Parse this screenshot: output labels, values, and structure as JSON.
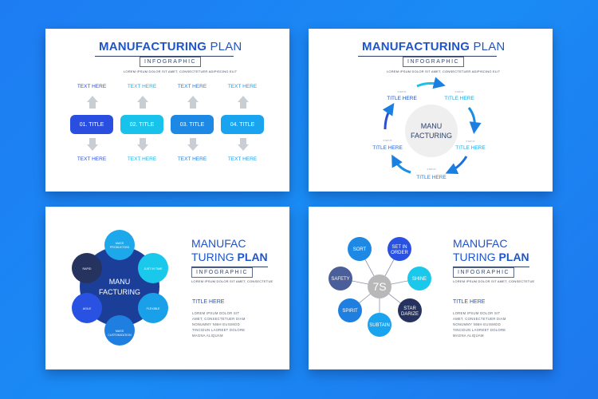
{
  "slide1": {
    "title_bold": "MANUFACTURING",
    "title_rest": " PLAN",
    "subtitle": "INFOGRAPHIC",
    "lorem": "LOREM IPSUM DOLOR SIT AMET, CONSECTETUER ADIPISCING ELIT",
    "columns": [
      {
        "pill": "01. TITLE",
        "top": "TEXT HERE",
        "bottom": "TEXT HERE",
        "color": "#2a4fe0",
        "text_color": "#2a4fe0"
      },
      {
        "pill": "02. TITLE",
        "top": "TEXT HERE",
        "bottom": "TEXT HERE",
        "color": "#19c2ea",
        "text_color": "#19b4e6"
      },
      {
        "pill": "03. TITLE",
        "top": "TEXT HERE",
        "bottom": "TEXT HERE",
        "color": "#1e88e5",
        "text_color": "#1e7fe0"
      },
      {
        "pill": "04. TITLE",
        "top": "TEXT HERE",
        "bottom": "TEXT HERE",
        "color": "#1aa3ef",
        "text_color": "#1aa0ea"
      }
    ]
  },
  "slide2": {
    "title_bold": "MANUFACTURING",
    "title_rest": " PLAN",
    "subtitle": "INFOGRAPHIC",
    "lorem": "LOREM IPSUM DOLOR SIT AMET, CONSECTETUER ADIPISCING ELIT",
    "center_line1": "MANU",
    "center_line2": "FACTURING",
    "steps": [
      {
        "step": "STEP 01",
        "title": "TITLE HERE",
        "color": "#1f4fc8"
      },
      {
        "step": "STEP 02",
        "title": "TITLE HERE",
        "color": "#1aa8e8"
      },
      {
        "step": "STEP 03",
        "title": "TITLE HERE",
        "color": "#1aa8e8"
      },
      {
        "step": "STEP 04",
        "title": "TITLE HERE",
        "color": "#1e7fe0"
      },
      {
        "step": "STEP 05",
        "title": "TITLE HERE",
        "color": "#2a5fd8"
      }
    ]
  },
  "slide3": {
    "title_line1": "MANUFAC",
    "title_line2_a": "TURING",
    "title_line2_b": " PLAN",
    "subtitle": "INFOGRAPHIC",
    "lorem": "LOREM IPSUM DOLOR SIT AMET, CONSECTETUE",
    "section_title": "TITLE HERE",
    "body": [
      "LOREM IPSUM DOLOR SIT",
      "AMET, CONSECTETUER DIAM",
      "NONUMMY NIBH EUISMOD",
      "TINCIDUN LAOREET DOLORE",
      "MAGNA ALIQUAM"
    ],
    "center_line1": "MANU",
    "center_line2": "FACTURING",
    "petals": [
      {
        "label": "MASS PRODUCTION",
        "color": "#1ea8ec"
      },
      {
        "label": "JUST IN TIME",
        "color": "#1ac8ec"
      },
      {
        "label": "FLEXIBLE",
        "color": "#1aa0e8"
      },
      {
        "label": "MASS CUSTOMIZATION",
        "color": "#1e7fe0"
      },
      {
        "label": "AGILE",
        "color": "#2a52e2"
      },
      {
        "label": "RAPID",
        "color": "#27335f"
      }
    ],
    "center_color": "#1b3f99"
  },
  "slide4": {
    "title_line1": "MANUFAC",
    "title_line2_a": "TURING",
    "title_line2_b": " PLAN",
    "subtitle": "INFOGRAPHIC",
    "lorem": "LOREM IPSUM DOLOR SIT AMET, CONSECTETUE",
    "section_title": "TITLE HERE",
    "body": [
      "LOREM IPSUM DOLOR SIT",
      "AMET, CONSECTETUER DIAM",
      "NONUMMY NIBH EUISMOD",
      "TINCIDUN LAOREET DOLORE",
      "MAGNA ALIQUAM"
    ],
    "center": "7S",
    "nodes": [
      {
        "line1": "SORT",
        "line2": "",
        "color": "#1e88e5"
      },
      {
        "line1": "SET IN",
        "line2": "ORDER",
        "color": "#2a52e2"
      },
      {
        "line1": "SHINE",
        "line2": "",
        "color": "#1ac8ec"
      },
      {
        "line1": "STAR",
        "line2": "DARIZE",
        "color": "#27335f"
      },
      {
        "line1": "SUBTAIN",
        "line2": "",
        "color": "#1aa3ef"
      },
      {
        "line1": "SPIRIT",
        "line2": "",
        "color": "#1e7fe0"
      },
      {
        "line1": "SAFETY",
        "line2": "",
        "color": "#4a5f9a"
      }
    ]
  }
}
